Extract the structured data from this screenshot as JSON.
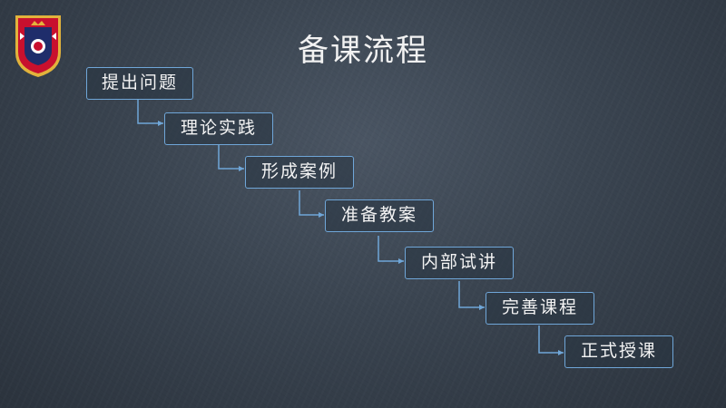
{
  "title": "备课流程",
  "steps": [
    {
      "label": "提出问题"
    },
    {
      "label": "理论实践"
    },
    {
      "label": "形成案例"
    },
    {
      "label": "准备教案"
    },
    {
      "label": "内部试讲"
    },
    {
      "label": "完善课程"
    },
    {
      "label": "正式授课"
    }
  ],
  "colors": {
    "box_border": "#6fa6d8",
    "connector": "#6fa6d8",
    "text": "#f4f4f4",
    "logo_red": "#c8102e",
    "logo_gold": "#e2b33c",
    "logo_navy": "#1f2d6b"
  }
}
